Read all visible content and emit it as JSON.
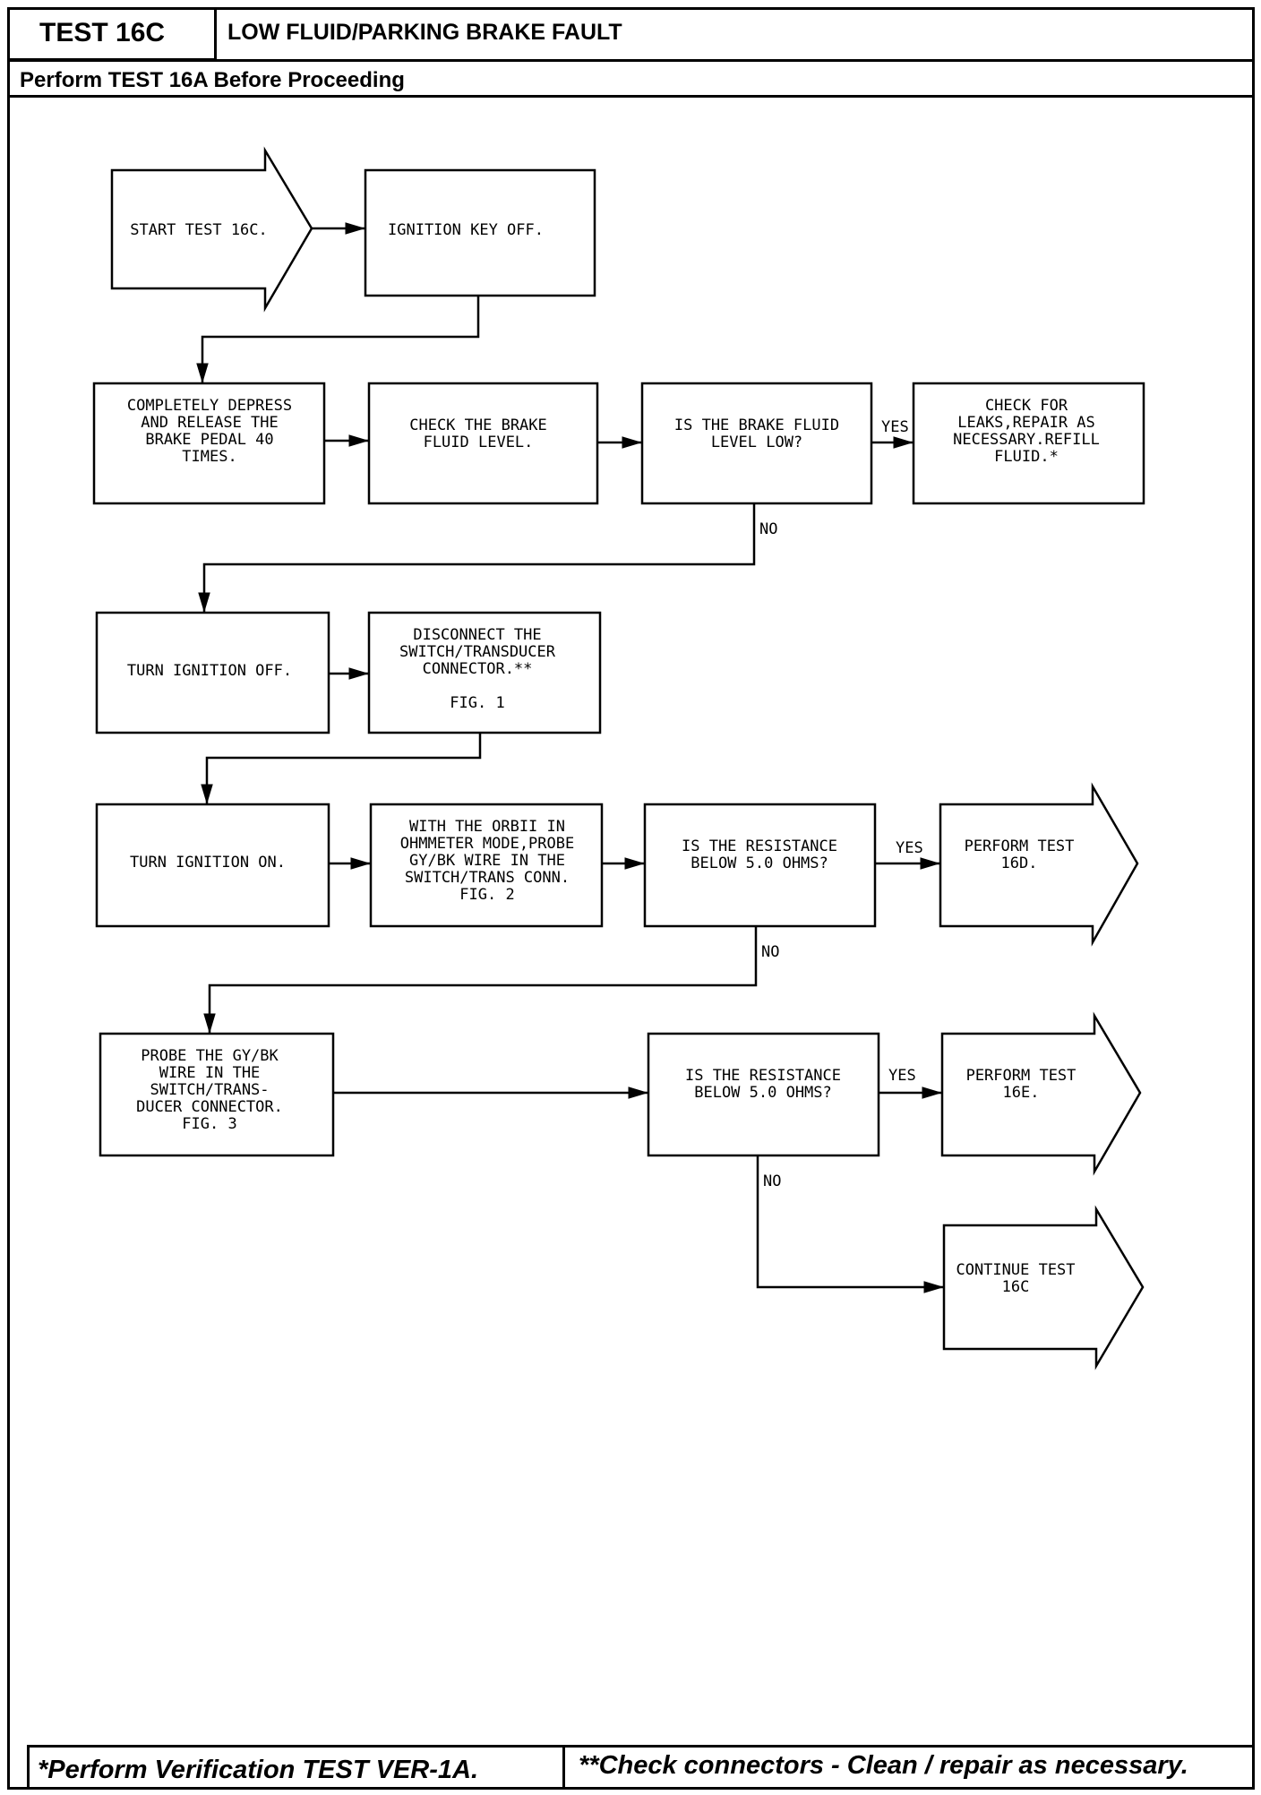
{
  "header": {
    "test_id": "TEST 16C",
    "title": "LOW FLUID/PARKING BRAKE FAULT",
    "subtitle": "Perform TEST 16A Before Proceeding"
  },
  "flowchart": {
    "nodes": {
      "start": [
        "START TEST 16C."
      ],
      "ignition_off_1": [
        "IGNITION KEY OFF."
      ],
      "depress_pedal": [
        "COMPLETELY DEPRESS",
        "AND RELEASE THE",
        "BRAKE PEDAL 40",
        "TIMES."
      ],
      "check_fluid": [
        "CHECK THE BRAKE",
        "FLUID LEVEL."
      ],
      "fluid_low_q": [
        "IS THE BRAKE FLUID",
        "LEVEL LOW?"
      ],
      "check_leaks": [
        "CHECK FOR",
        "LEAKS,REPAIR AS",
        "NECESSARY.REFILL",
        "FLUID.*"
      ],
      "turn_ign_off": [
        "TURN IGNITION OFF."
      ],
      "disconnect": [
        "DISCONNECT THE",
        "SWITCH/TRANSDUCER",
        "CONNECTOR.**",
        "",
        "FIG. 1"
      ],
      "turn_ign_on": [
        "TURN IGNITION ON."
      ],
      "ohmmeter": [
        "WITH THE ORBII IN",
        "OHMMETER MODE,PROBE",
        "GY/BK WIRE IN THE",
        "SWITCH/TRANS CONN.",
        "FIG. 2"
      ],
      "resist_q1": [
        "IS THE RESISTANCE",
        "BELOW 5.0 OHMS?"
      ],
      "perform_16d": [
        "PERFORM TEST",
        "16D."
      ],
      "probe_wire": [
        "PROBE THE GY/BK",
        "WIRE IN THE",
        "SWITCH/TRANS-",
        "DUCER CONNECTOR.",
        "FIG. 3"
      ],
      "resist_q2": [
        "IS THE RESISTANCE",
        "BELOW 5.0 OHMS?"
      ],
      "perform_16e": [
        "PERFORM TEST",
        "16E."
      ],
      "continue_16c": [
        "CONTINUE TEST",
        "16C"
      ]
    },
    "edge_labels": {
      "yes": "YES",
      "no": "NO"
    }
  },
  "footer": {
    "left_note": "*Perform Verification TEST VER-1A.",
    "right_note": "**Check connectors - Clean / repair as necessary."
  }
}
